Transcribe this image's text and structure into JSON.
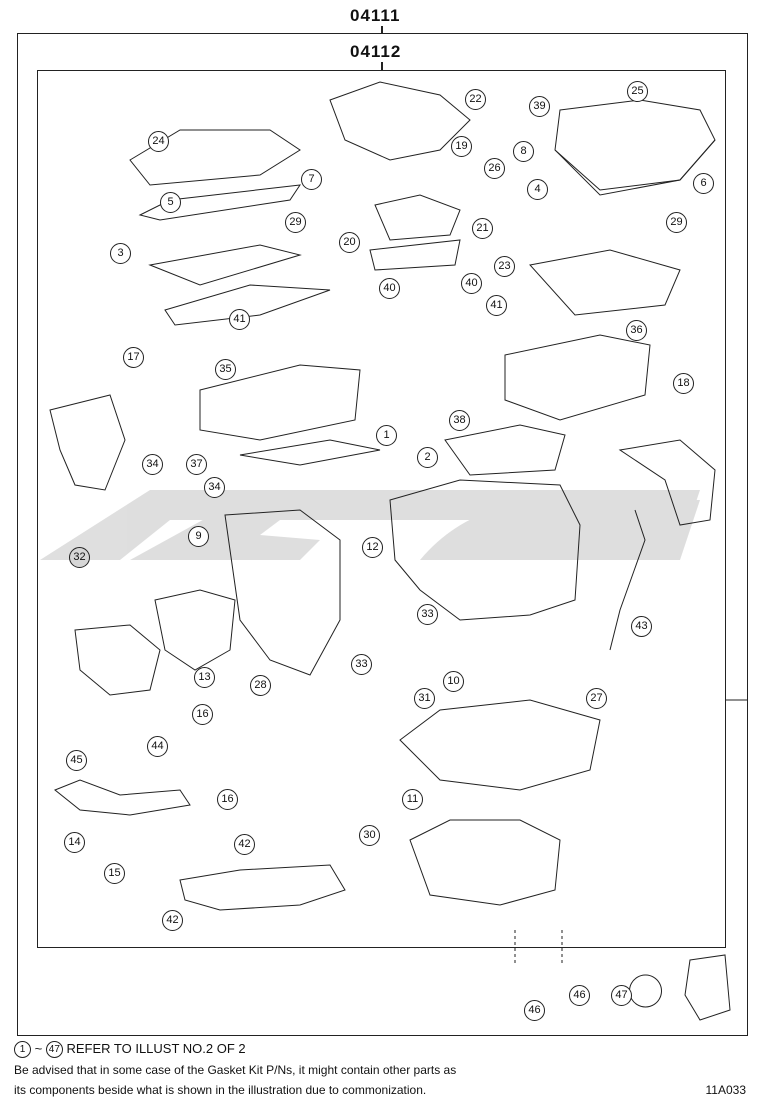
{
  "header": {
    "kit_outer": "04111",
    "kit_inner": "04112"
  },
  "callouts": [
    {
      "label": "1"
    },
    {
      "label": "2"
    },
    {
      "label": "3"
    },
    {
      "label": "4"
    },
    {
      "label": "5"
    },
    {
      "label": "6"
    },
    {
      "label": "7"
    },
    {
      "label": "8"
    },
    {
      "label": "9"
    },
    {
      "label": "10"
    },
    {
      "label": "11"
    },
    {
      "label": "12"
    },
    {
      "label": "13"
    },
    {
      "label": "14"
    },
    {
      "label": "15"
    },
    {
      "label": "16"
    },
    {
      "label": "16"
    },
    {
      "label": "17"
    },
    {
      "label": "18"
    },
    {
      "label": "19"
    },
    {
      "label": "20"
    },
    {
      "label": "21"
    },
    {
      "label": "22"
    },
    {
      "label": "23"
    },
    {
      "label": "24"
    },
    {
      "label": "25"
    },
    {
      "label": "26"
    },
    {
      "label": "27"
    },
    {
      "label": "28"
    },
    {
      "label": "29"
    },
    {
      "label": "29"
    },
    {
      "label": "30"
    },
    {
      "label": "31"
    },
    {
      "label": "32"
    },
    {
      "label": "33"
    },
    {
      "label": "33"
    },
    {
      "label": "34"
    },
    {
      "label": "34"
    },
    {
      "label": "35"
    },
    {
      "label": "36"
    },
    {
      "label": "37"
    },
    {
      "label": "38"
    },
    {
      "label": "39"
    },
    {
      "label": "40"
    },
    {
      "label": "40"
    },
    {
      "label": "41"
    },
    {
      "label": "41"
    },
    {
      "label": "42"
    },
    {
      "label": "42"
    },
    {
      "label": "43"
    },
    {
      "label": "44"
    },
    {
      "label": "45"
    },
    {
      "label": "46"
    },
    {
      "label": "46"
    },
    {
      "label": "47"
    }
  ],
  "notes": {
    "refer_start": "1",
    "refer_tilde": "~",
    "refer_end": "47",
    "refer_text": "REFER TO ILLUST NO.2 OF 2",
    "line1": "Be advised that in some case of the Gasket Kit P/Ns,  it might contain other parts as",
    "line2": "its components beside what is shown in the illustration due to commonization.",
    "illus_code": "11A033"
  },
  "colors": {
    "ink": "#222222",
    "watermark": "#d9d9d9",
    "callout_fill_grey": "#d6d6d6"
  }
}
